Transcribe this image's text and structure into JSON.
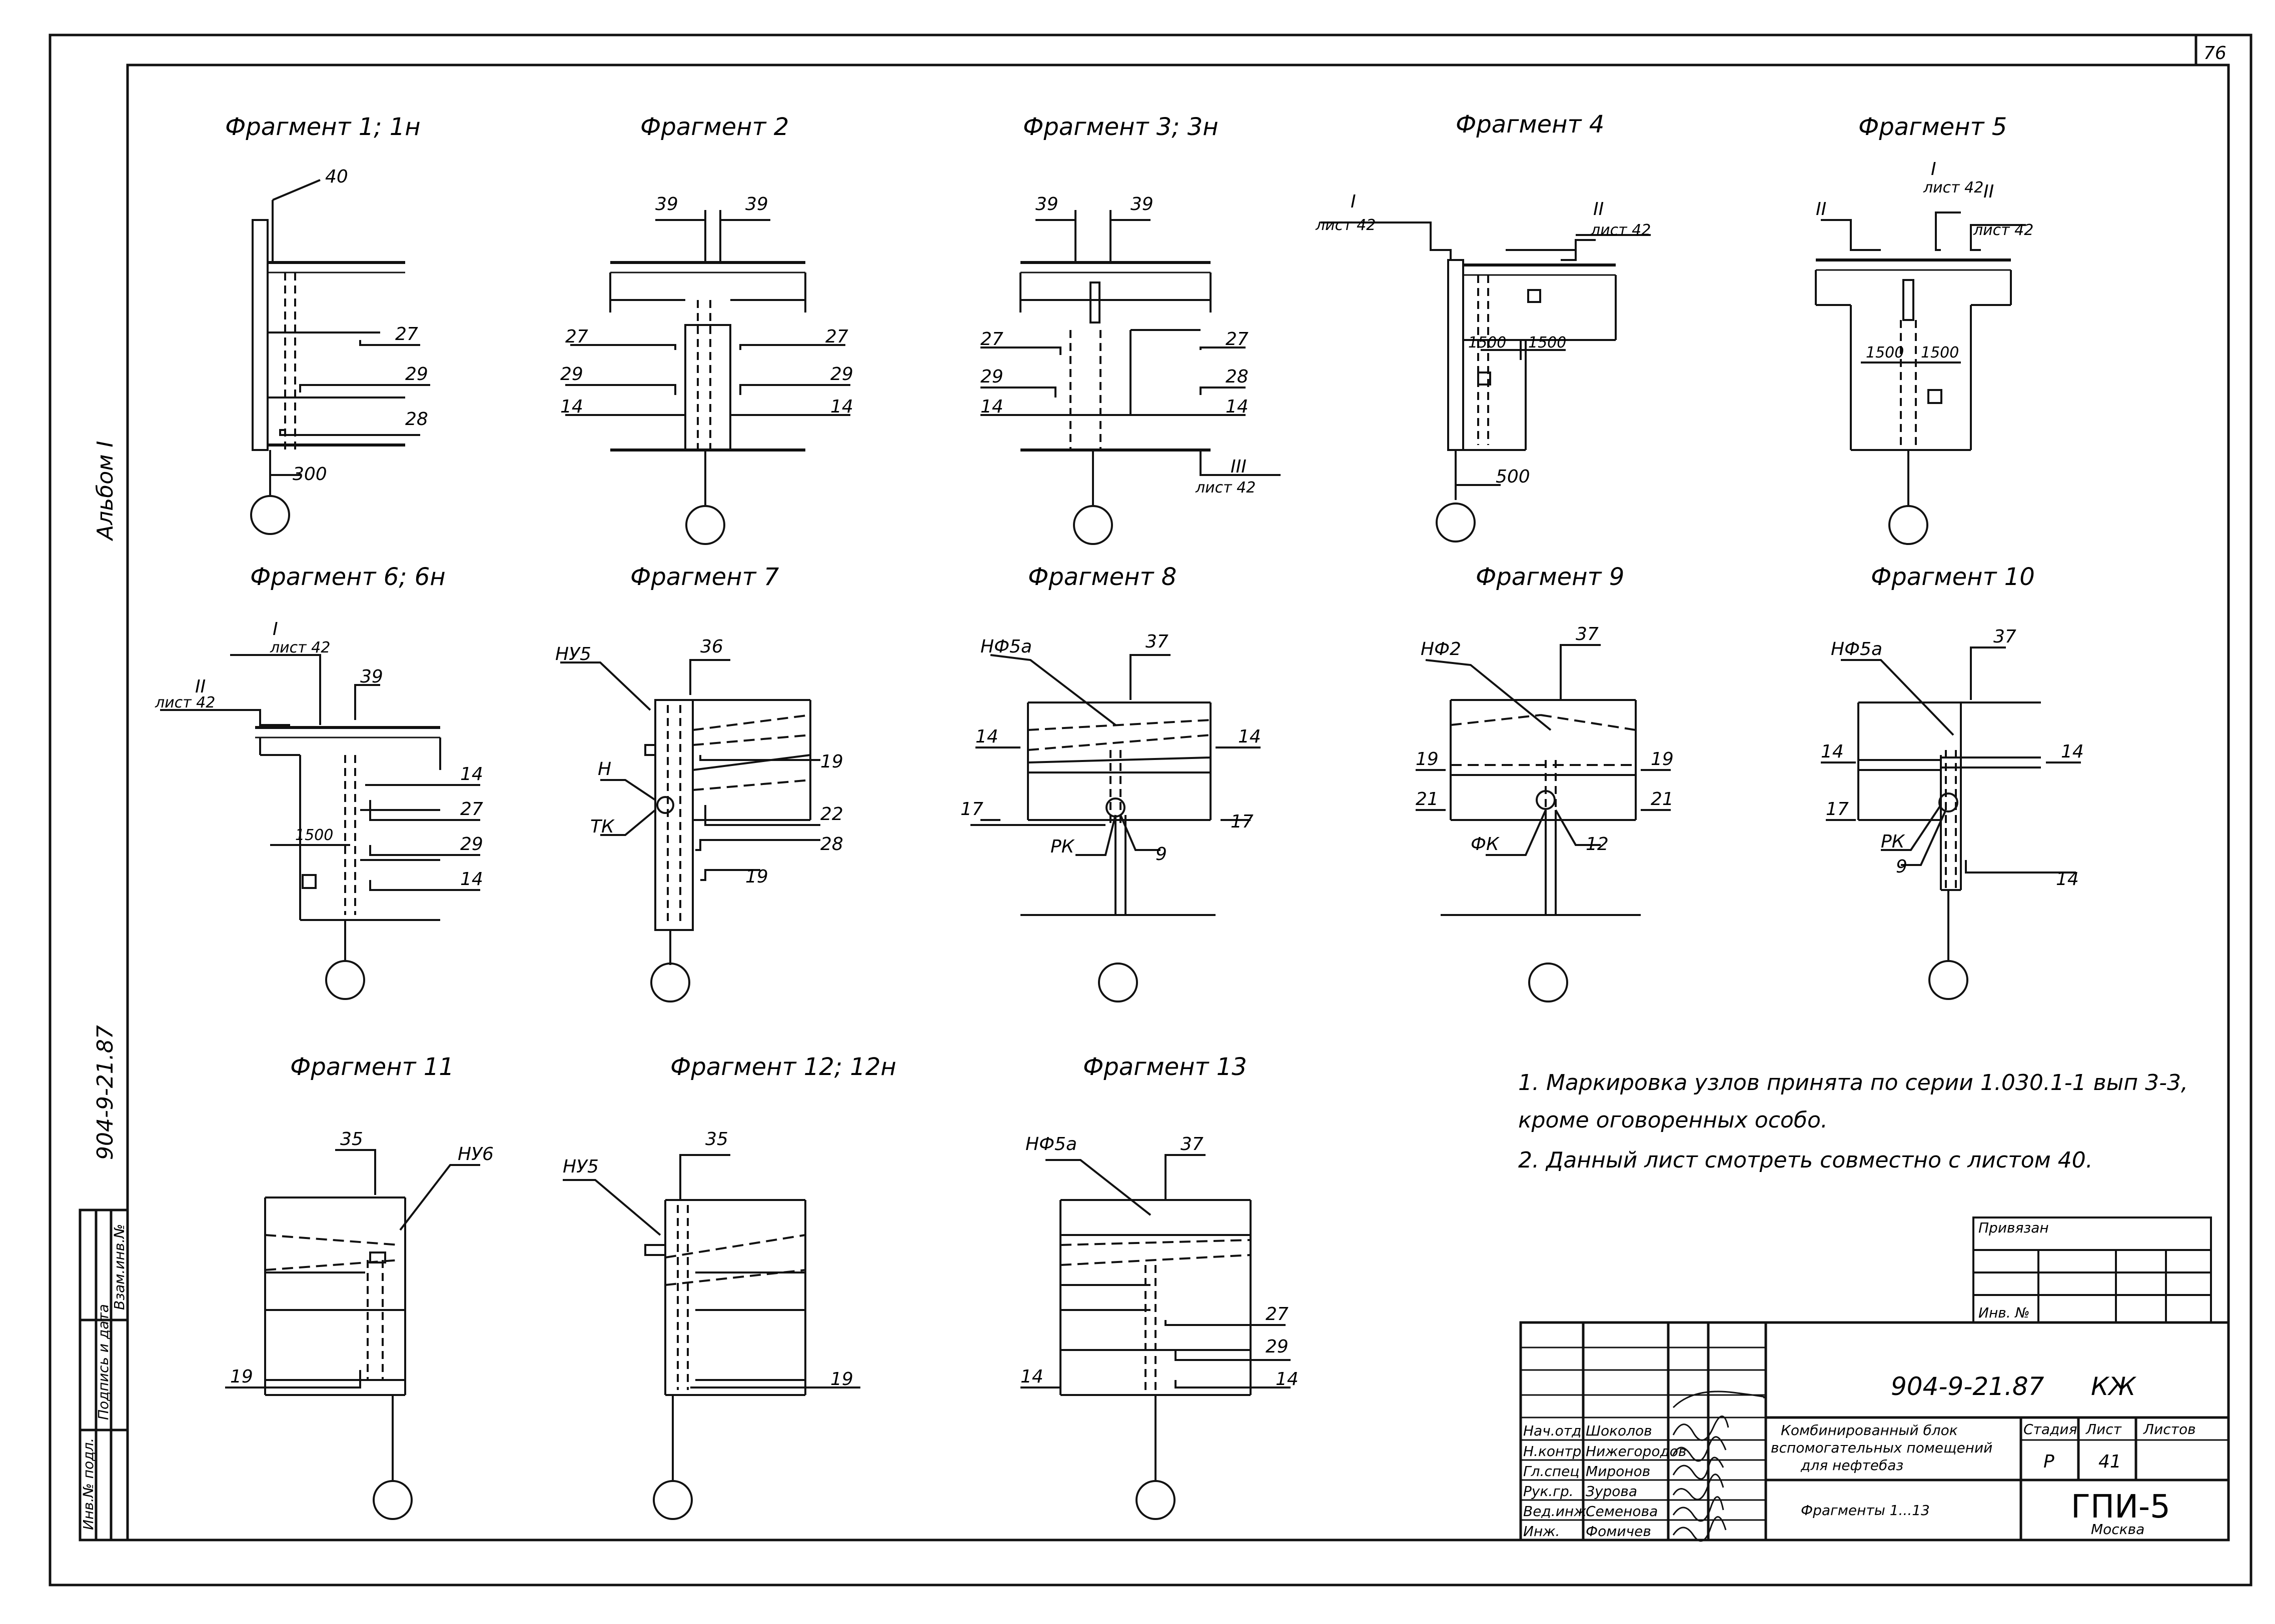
{
  "sheet": {
    "page_number": "76",
    "album_label": "Альбом I",
    "side_code": "904-9-21.87",
    "stamp_columns": [
      "Инв.№ подл.",
      "Подпись и дата",
      "Взам.инв.№"
    ]
  },
  "fragments": [
    {
      "title": "Фрагмент 1; 1н",
      "labels": [
        "40",
        "27",
        "29",
        "28",
        "300"
      ]
    },
    {
      "title": "Фрагмент 2",
      "labels": [
        "39",
        "39",
        "27",
        "27",
        "29",
        "29",
        "14",
        "14"
      ]
    },
    {
      "title": "Фрагмент 3; 3н",
      "labels": [
        "39",
        "39",
        "27",
        "27",
        "29",
        "28",
        "14",
        "14",
        "III",
        "лист 42"
      ]
    },
    {
      "title": "Фрагмент 4",
      "labels": [
        "I",
        "лист 42",
        "II",
        "лист 42",
        "1500",
        "1500",
        "500"
      ]
    },
    {
      "title": "Фрагмент 5",
      "labels": [
        "I",
        "лист 42",
        "II",
        "II",
        "лист 42",
        "1500",
        "1500"
      ]
    },
    {
      "title": "Фрагмент 6; 6н",
      "labels": [
        "I",
        "лист 42",
        "II",
        "лист 42",
        "39",
        "14",
        "27",
        "29",
        "14",
        "1500"
      ]
    },
    {
      "title": "Фрагмент 7",
      "labels": [
        "НУ5",
        "36",
        "Н",
        "19",
        "ТК",
        "22",
        "28",
        "19"
      ]
    },
    {
      "title": "Фрагмент 8",
      "labels": [
        "НФ5а",
        "37",
        "14",
        "14",
        "17",
        "17",
        "РК",
        "9"
      ]
    },
    {
      "title": "Фрагмент 9",
      "labels": [
        "НФ2",
        "37",
        "19",
        "19",
        "21",
        "21",
        "ФК",
        "12"
      ]
    },
    {
      "title": "Фрагмент 10",
      "labels": [
        "НФ5а",
        "37",
        "14",
        "14",
        "17",
        "РК",
        "9",
        "14"
      ]
    },
    {
      "title": "Фрагмент 11",
      "labels": [
        "35",
        "НУ6",
        "19"
      ]
    },
    {
      "title": "Фрагмент 12; 12н",
      "labels": [
        "НУ5",
        "35",
        "19"
      ]
    },
    {
      "title": "Фрагмент 13",
      "labels": [
        "НФ5а",
        "37",
        "27",
        "29",
        "14",
        "14"
      ]
    }
  ],
  "notes": [
    "1. Маркировка узлов принята по серии 1.030.1-1 вып 3-3,",
    "кроме оговоренных особо.",
    "2. Данный лист смотреть совместно с листом 40."
  ],
  "privyazan": {
    "title": "Привязан",
    "inv_label": "Инв. №"
  },
  "title_block": {
    "code": "904-9-21.87",
    "mark": "КЖ",
    "object": [
      "Комбинированный блок",
      "вспомогательных помещений",
      "для нефтебаз"
    ],
    "sheet_name": "Фрагменты 1...13",
    "stage_header": "Стадия",
    "sheet_header": "Лист",
    "sheets_header": "Листов",
    "stage": "Р",
    "sheet": "41",
    "org": "ГПИ-5",
    "city": "Москва",
    "people": [
      {
        "role": "Нач.отд",
        "name": "Шоколов"
      },
      {
        "role": "Н.контр.",
        "name": "Нижегородов"
      },
      {
        "role": "Гл.спец",
        "name": "Миронов"
      },
      {
        "role": "Рук.гр.",
        "name": "Зурова"
      },
      {
        "role": "Вед.инж.",
        "name": "Семенова"
      },
      {
        "role": "Инж.",
        "name": "Фомичев"
      }
    ]
  }
}
